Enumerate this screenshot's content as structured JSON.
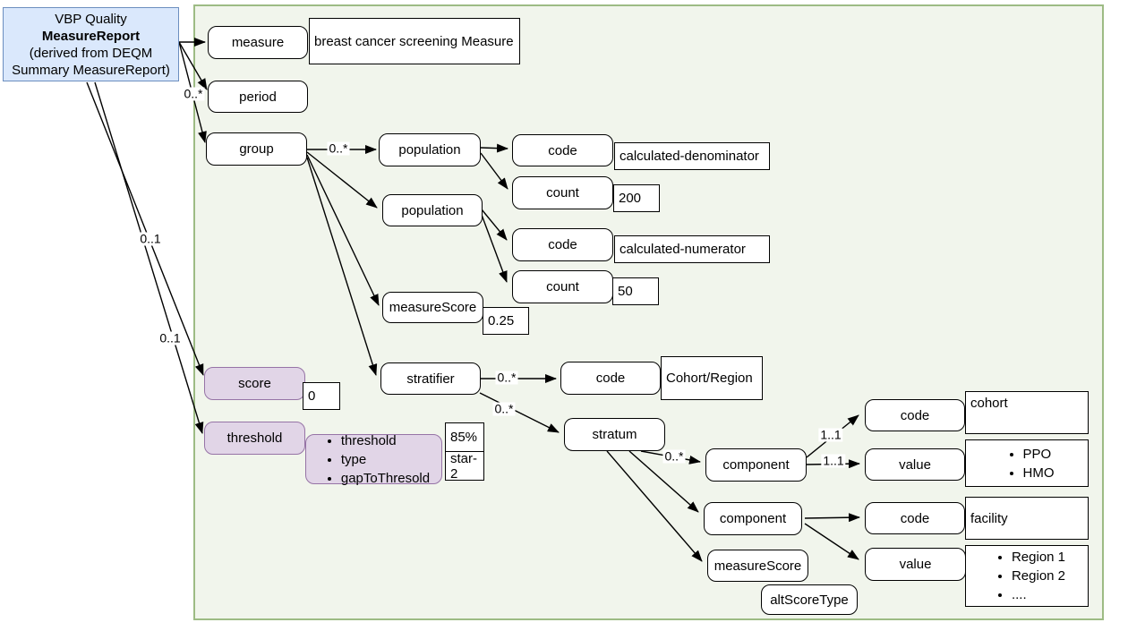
{
  "root_box": {
    "line1": "VBP Quality",
    "line2": "MeasureReport",
    "line3": "(derived from DEQM",
    "line4": "Summary MeasureReport)"
  },
  "nodes": {
    "measure": "measure",
    "period": "period",
    "group": "group",
    "population": "population",
    "code": "code",
    "count": "count",
    "measureScore": "measureScore",
    "stratifier": "stratifier",
    "stratum": "stratum",
    "component": "component",
    "value": "value",
    "score": "score",
    "threshold": "threshold",
    "altScoreType": "altScoreType"
  },
  "values": {
    "measure": "breast cancer screening Measure",
    "denominator_code": "calculated-denominator",
    "denominator_count": "200",
    "numerator_code": "calculated-numerator",
    "numerator_count": "50",
    "group_measure_score": "0.25",
    "stratifier_code": "Cohort/Region",
    "score": "0",
    "threshold_value": "85%",
    "threshold_type": "star-2",
    "component1_code": "cohort",
    "component1_values": [
      "PPO",
      "HMO"
    ],
    "component2_code": "facility",
    "component2_values": [
      "Region 1",
      "Region 2",
      "...."
    ]
  },
  "threshold_attributes": [
    "threshold",
    "type",
    "gapToThresold"
  ],
  "multiplicity": {
    "zero_many": "0..*",
    "zero_one": "0..1",
    "one_one": "1..1"
  },
  "colors": {
    "root_fill": "#dae8fc",
    "root_stroke": "#6c8ebf",
    "panel_fill": "#f1f5ec",
    "panel_stroke": "#9dbb84",
    "purple_fill": "#e1d5e7",
    "purple_stroke": "#9673a6"
  }
}
